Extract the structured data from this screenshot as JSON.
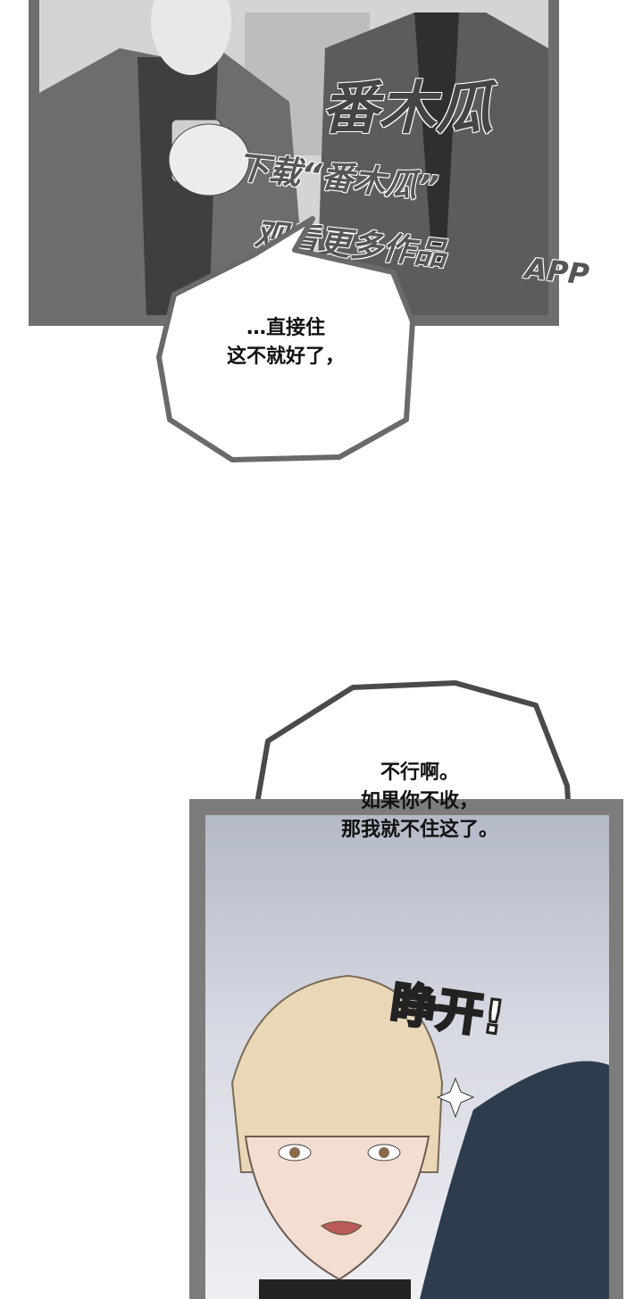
{
  "panel1": {
    "bubble_text": [
      "…直接住",
      "这不就好了，"
    ]
  },
  "watermark": {
    "logo": "番木瓜",
    "line1": "下载“番木瓜”",
    "line2": "观看更多作品",
    "app": "APP"
  },
  "panel2": {
    "bubble_text": [
      "不行啊。",
      "如果你不收，",
      "那我就不住这了。"
    ],
    "sfx": "睁开!"
  }
}
